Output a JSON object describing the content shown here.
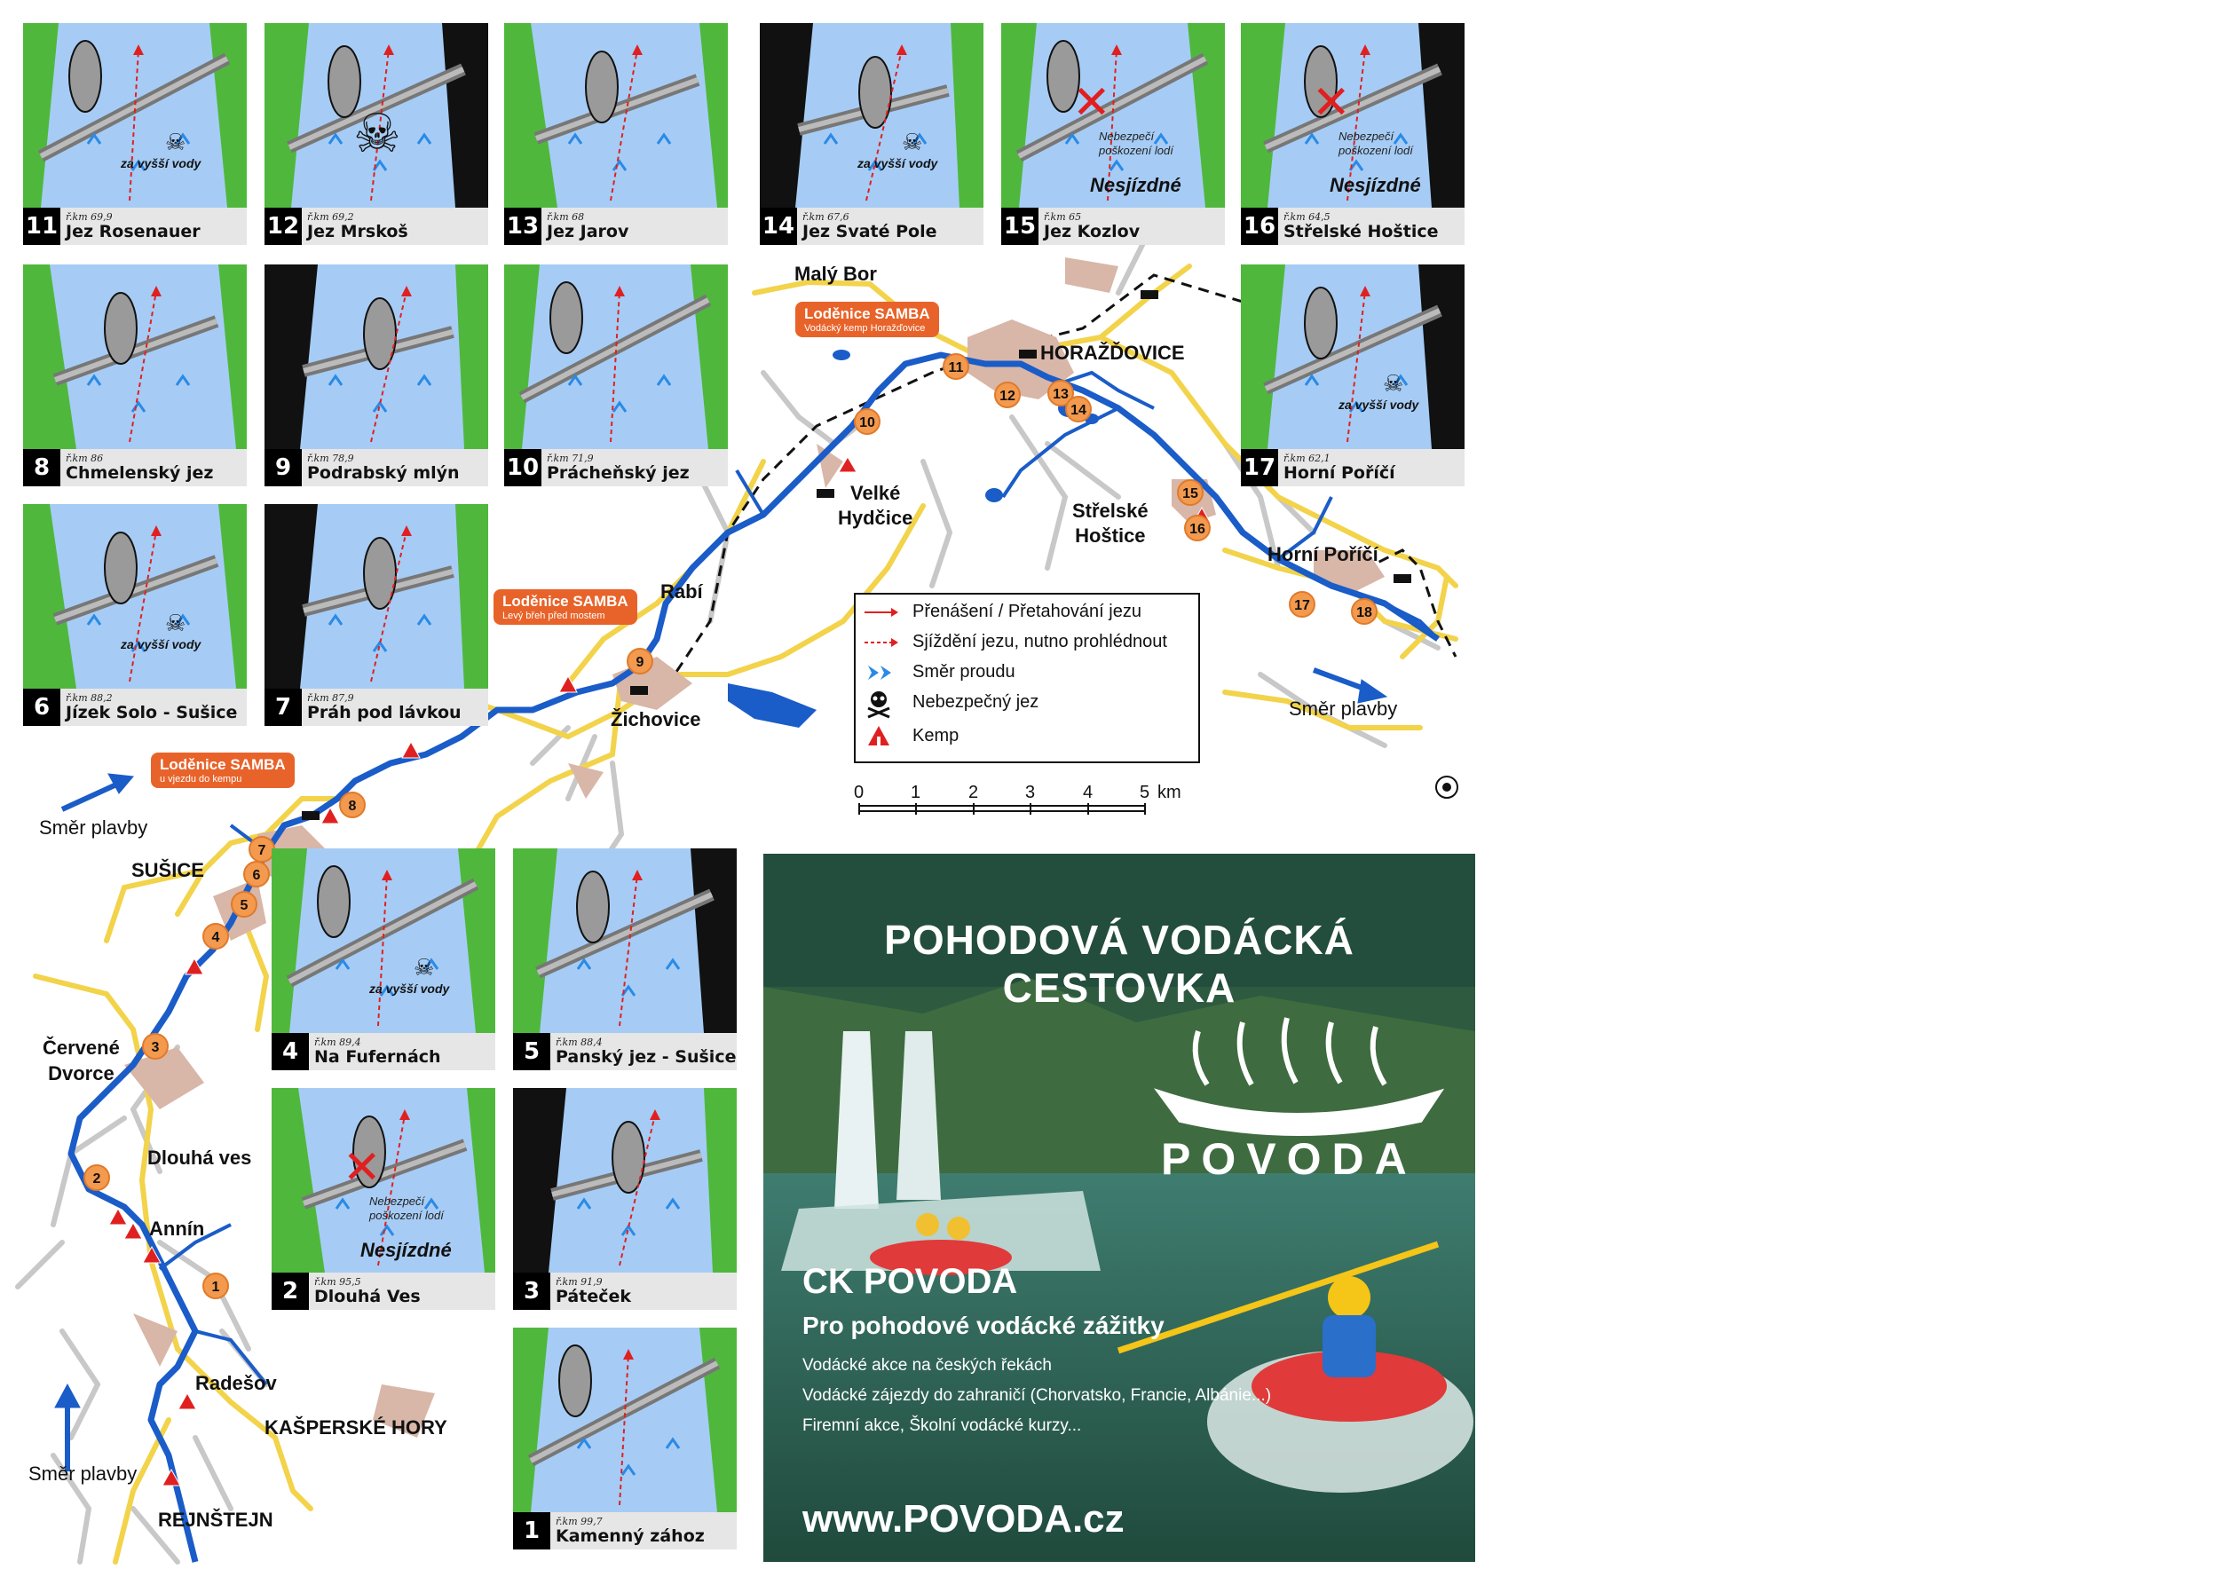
{
  "tiles": [
    {
      "id": "11",
      "km": "ř.km 69,9",
      "name": "Jez Rosenauer",
      "note": "za vyšší vody"
    },
    {
      "id": "12",
      "km": "ř.km 69,2",
      "name": "Jez Mrskoš"
    },
    {
      "id": "13",
      "km": "ř.km 68",
      "name": "Jez Jarov"
    },
    {
      "id": "14",
      "km": "ř.km 67,6",
      "name": "Jez Svaté Pole",
      "note": "za vyšší vody"
    },
    {
      "id": "15",
      "km": "ř.km 65",
      "name": "Jez Kozlov",
      "warn_small": "Nebezpečí poškození lodí",
      "warn": "Nesjízdné"
    },
    {
      "id": "16",
      "km": "ř.km 64,5",
      "name": "Střelské Hoštice",
      "warn_small": "Nebezpečí poškození lodí",
      "warn": "Nesjízdné"
    },
    {
      "id": "8",
      "km": "ř.km 86",
      "name": "Chmelenský jez"
    },
    {
      "id": "9",
      "km": "ř.km 78,9",
      "name": "Podrabský mlýn"
    },
    {
      "id": "10",
      "km": "ř.km 71,9",
      "name": "Prácheňský jez"
    },
    {
      "id": "17",
      "km": "ř.km 62,1",
      "name": "Horní Poříčí",
      "note": "za vyšší vody"
    },
    {
      "id": "6",
      "km": "ř.km 88,2",
      "name": "Jízek Solo - Sušice",
      "note": "za vyšší vody"
    },
    {
      "id": "7",
      "km": "ř.km 87,9",
      "name": "Práh pod lávkou"
    },
    {
      "id": "4",
      "km": "ř.km 89,4",
      "name": "Na Fufernách",
      "note": "za vyšší vody"
    },
    {
      "id": "5",
      "km": "ř.km 88,4",
      "name": "Panský jez - Sušice"
    },
    {
      "id": "2",
      "km": "ř.km 95,5",
      "name": "Dlouhá Ves",
      "warn_small": "Nebezpečí poškození lodí",
      "warn": "Nesjízdné"
    },
    {
      "id": "3",
      "km": "ř.km 91,9",
      "name": "Páteček"
    },
    {
      "id": "1",
      "km": "ř.km 99,7",
      "name": "Kamenný zához"
    }
  ],
  "towns": {
    "maly_bor": "Malý Bor",
    "horazdovice": "HORAŽĎOVICE",
    "velke_hydcice_1": "Velké",
    "velke_hydcice_2": "Hydčice",
    "strelske_1": "Střelské",
    "strelske_2": "Hoštice",
    "horni_porici": "Horní Poříčí",
    "rabi": "Rabí",
    "zichovice": "Žichovice",
    "susice": "SUŠICE",
    "cervene_1": "Červené",
    "cervene_2": "Dvorce",
    "dlouha_ves": "Dlouhá ves",
    "annin": "Annín",
    "radesov": "Radešov",
    "kasperske": "KAŠPERSKÉ HORY",
    "rejnstejn": "REJNŠTEJN"
  },
  "direction_label": "Směr plavby",
  "markers": [
    "1",
    "2",
    "3",
    "4",
    "5",
    "6",
    "7",
    "8",
    "9",
    "10",
    "11",
    "12",
    "13",
    "14",
    "15",
    "16",
    "17",
    "18"
  ],
  "samba": [
    {
      "title": "Loděnice SAMBA",
      "sub": "Vodácký kemp Horažďovice"
    },
    {
      "title": "Loděnice SAMBA",
      "sub": "Levý břeh před mostem"
    },
    {
      "title": "Loděnice SAMBA",
      "sub": "u vjezdu do kempu"
    }
  ],
  "legend": {
    "carry": "Přenášení / Přetahování jezu",
    "slide": "Sjíždění jezu, nutno prohlédnout",
    "current": "Směr proudu",
    "danger": "Nebezpečný jez",
    "camp": "Kemp"
  },
  "scale": {
    "ticks": [
      "0",
      "1",
      "2",
      "3",
      "4",
      "5"
    ],
    "unit": "km"
  },
  "ad": {
    "headline": "POHODOVÁ VODÁCKÁ CESTOVKA",
    "brand": "POVODA",
    "ck": "CK POVODA",
    "tagline": "Pro pohodové vodácké zážitky",
    "bullets": [
      "Vodácké akce na českých řekách",
      "Vodácké zájezdy do zahraničí (Chorvatsko, Francie, Albánie...)",
      "Firemní akce, Školní vodácké kurzy..."
    ],
    "url": "www.POVODA.cz"
  },
  "colors": {
    "water": "#a6ccf5",
    "river": "#1a5cc8",
    "road": "#f2d34a",
    "marker": "#f39a4e",
    "samba": "#e8632a",
    "land": "#4fb83c",
    "ad_bg": "#234d3d"
  }
}
